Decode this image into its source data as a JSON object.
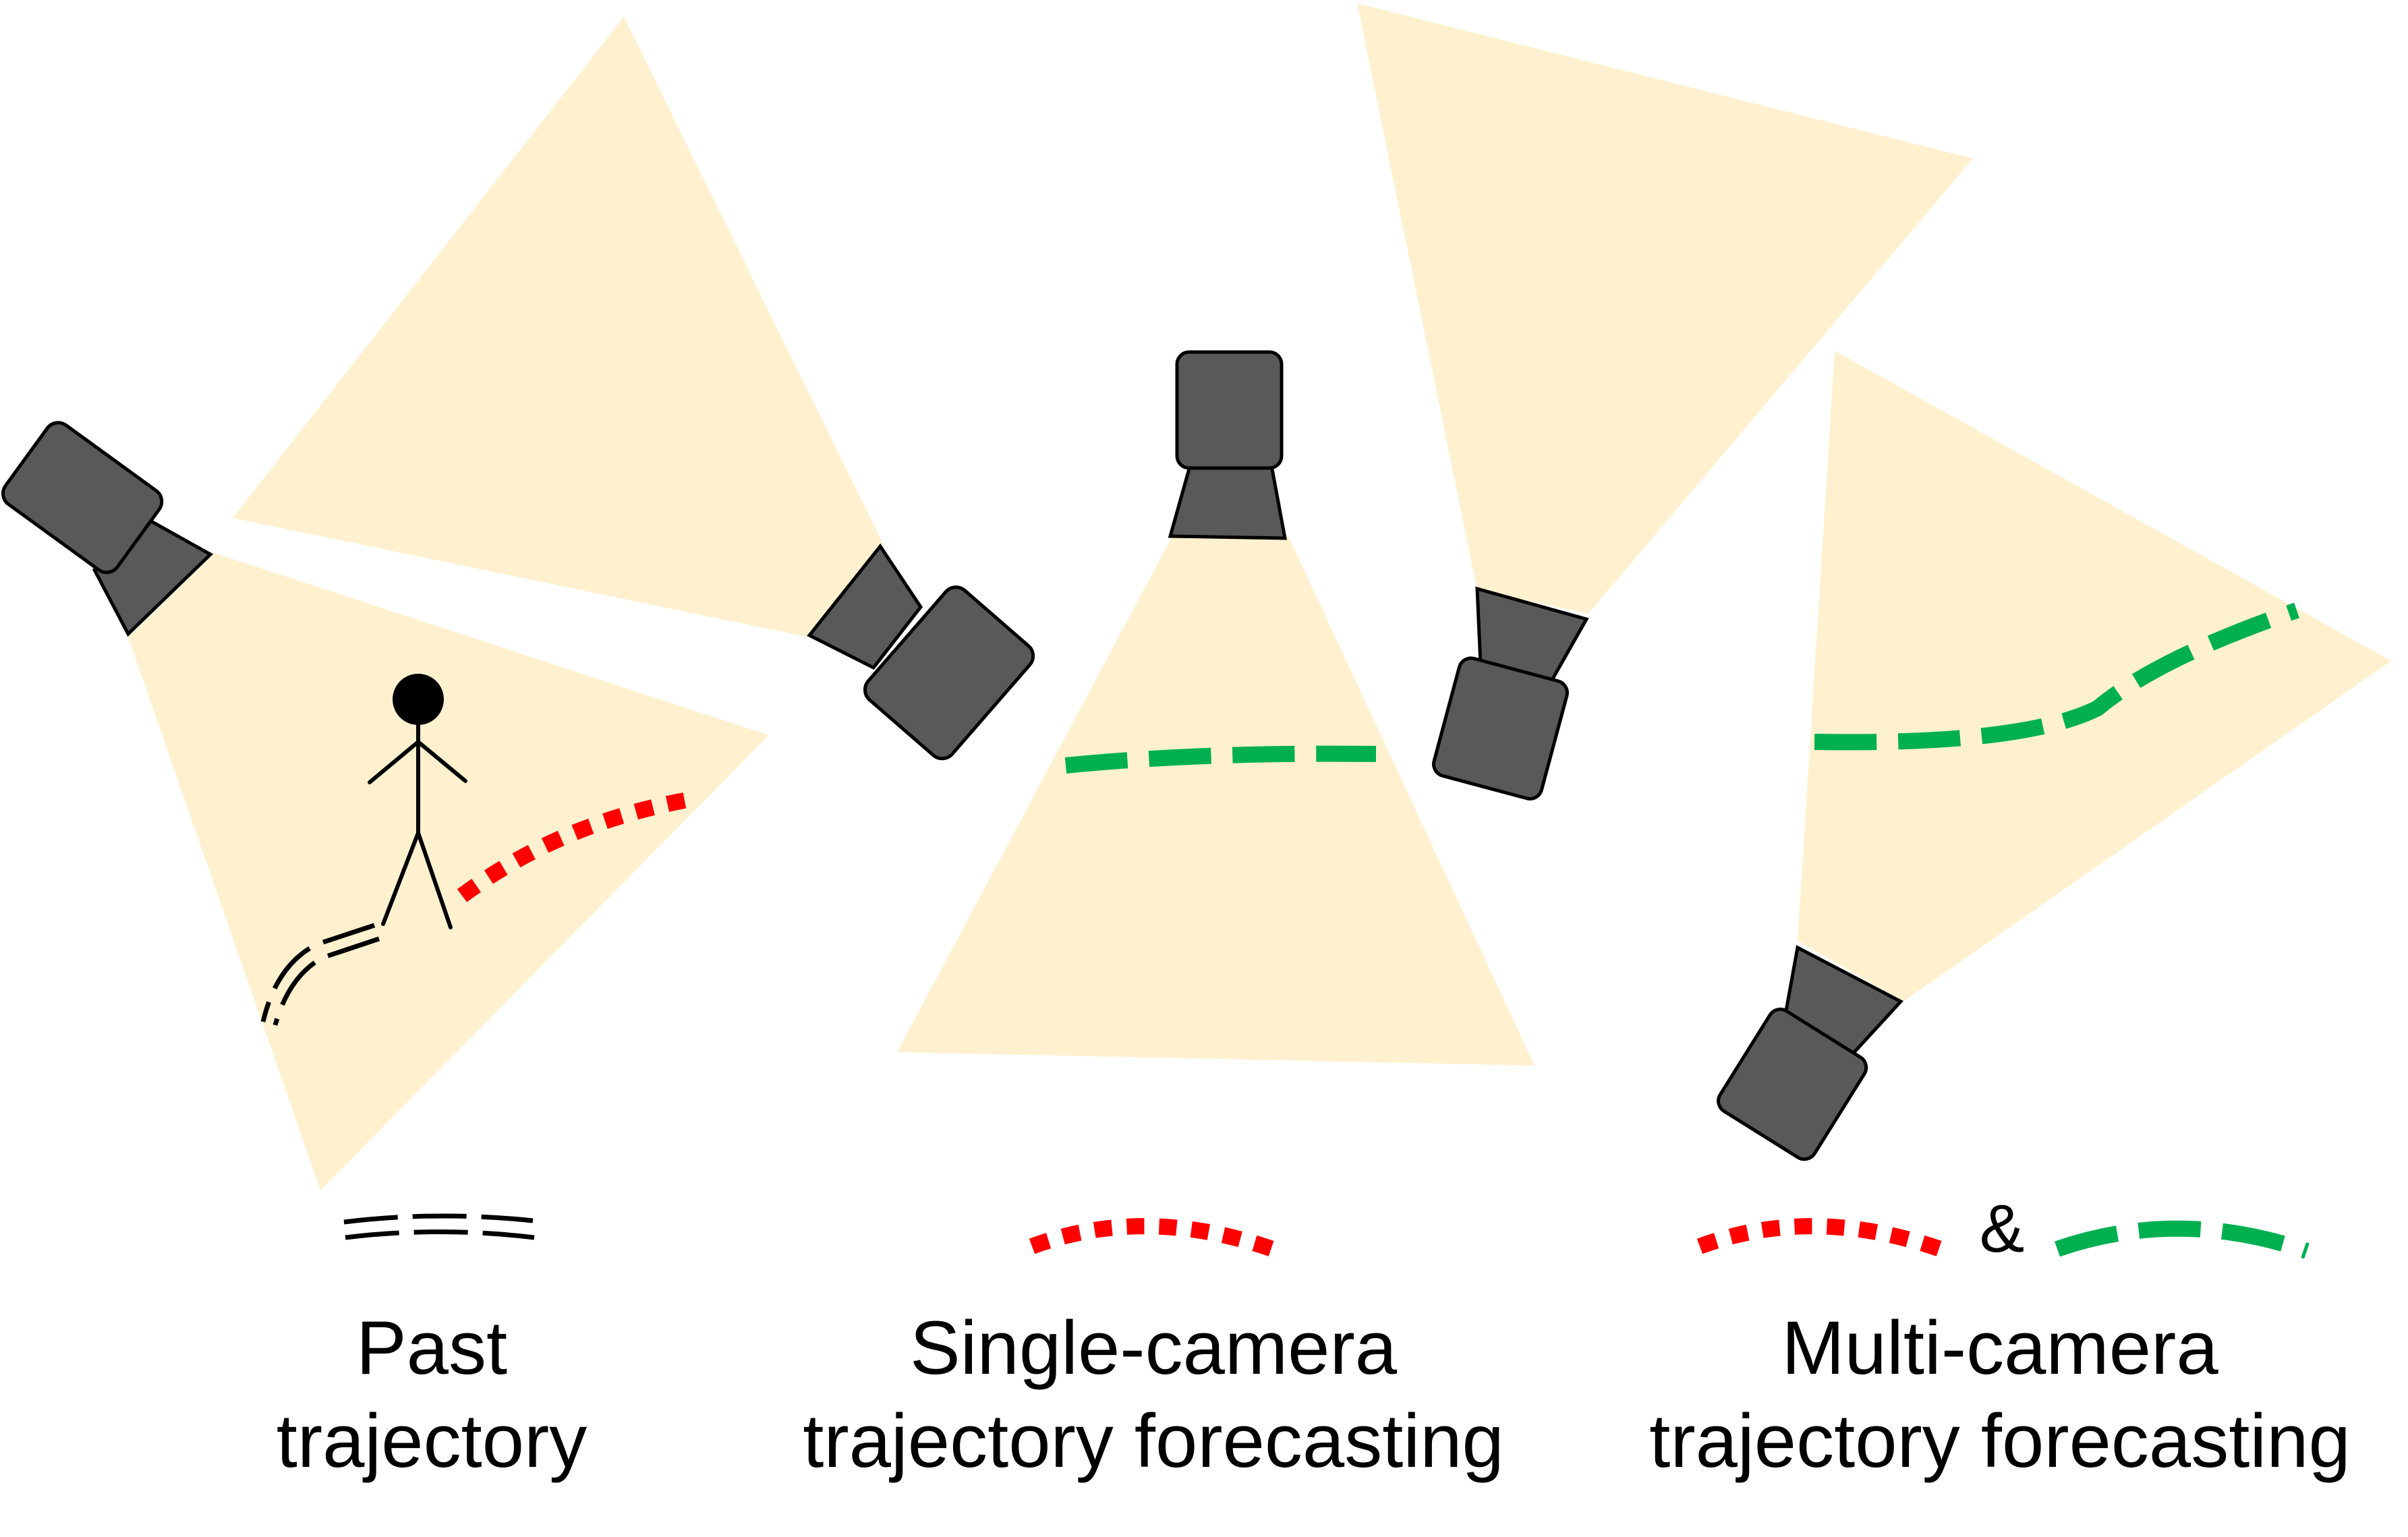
{
  "colors": {
    "field_of_view": "#fff1cf",
    "camera": "#595959",
    "past": "#000000",
    "single_camera_forecast": "#ff0000",
    "multi_camera_forecast": "#00b050"
  },
  "legend": {
    "past": {
      "line1": "Past",
      "line2": "trajectory"
    },
    "single": {
      "line1": "Single-camera",
      "line2": "trajectory forecasting"
    },
    "multi": {
      "line1": "Multi-camera",
      "line2": "trajectory forecasting",
      "joiner": "&"
    }
  },
  "icons": [
    "camera-icon",
    "person-icon"
  ]
}
